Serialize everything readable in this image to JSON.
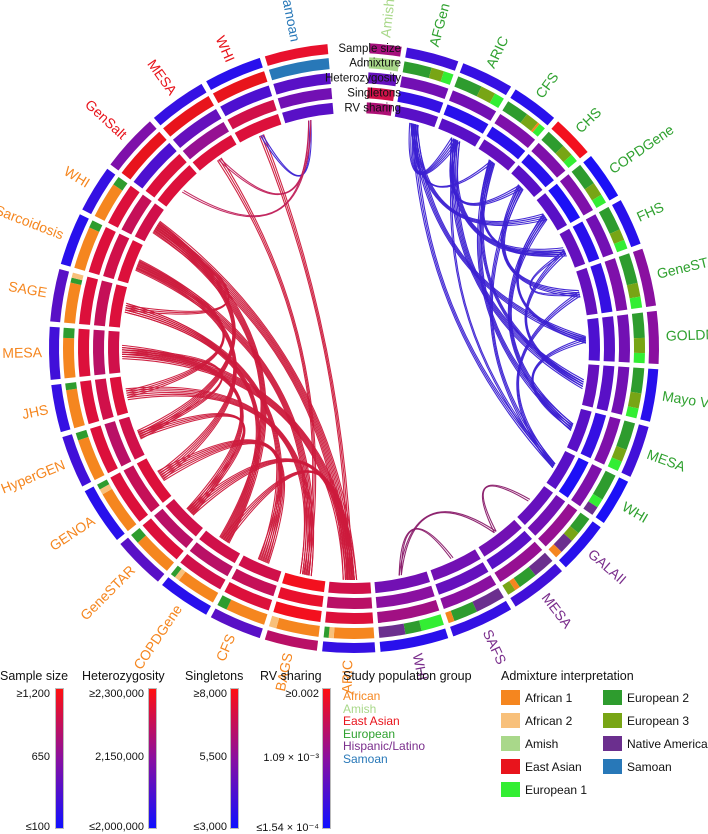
{
  "ring_labels": [
    "Sample size",
    "Admixture",
    "Heterozygosity",
    "Singletons",
    "RV sharing"
  ],
  "colors": {
    "African": "#f5861f",
    "Amish": "#a9d88a",
    "East Asian": "#e8141c",
    "European": "#2fa12f",
    "Hispanic/Latino": "#7a2e8c",
    "Samoan": "#2878b8",
    "African 1": "#f5861f",
    "African 2": "#f8c07a",
    "European 1": "#33ee33",
    "European 2": "#2e9c2e",
    "European 3": "#78a515",
    "Native American": "#6b2f8e"
  },
  "studies": [
    {
      "label": "Amish",
      "group": "Amish",
      "start": 3,
      "end": 9,
      "rings": [
        0.62,
        0.35,
        0.8,
        0.65
      ],
      "admix": [
        [
          "Amish",
          1
        ]
      ]
    },
    {
      "label": "AFGen",
      "group": "European",
      "start": 10,
      "end": 20,
      "rings": [
        0.2,
        0.4,
        0.15,
        0.3
      ],
      "admix": [
        [
          "European 2",
          0.55
        ],
        [
          "European 3",
          0.25
        ],
        [
          "European 1",
          0.2
        ]
      ]
    },
    {
      "label": "ARIC",
      "group": "European",
      "start": 21,
      "end": 31,
      "rings": [
        0.15,
        0.4,
        0.1,
        0.3
      ],
      "admix": [
        [
          "European 2",
          0.5
        ],
        [
          "European 3",
          0.3
        ],
        [
          "European 1",
          0.2
        ]
      ]
    },
    {
      "label": "CFS",
      "group": "European",
      "start": 32,
      "end": 41,
      "rings": [
        0.1,
        0.45,
        0.1,
        0.35
      ],
      "admix": [
        [
          "European 2",
          0.5
        ],
        [
          "European 3",
          0.3
        ],
        [
          "African 1",
          0.05
        ],
        [
          "European 1",
          0.15
        ]
      ]
    },
    {
      "label": "CHS",
      "group": "European",
      "start": 42,
      "end": 50,
      "rings": [
        0.95,
        0.45,
        0.1,
        0.3
      ],
      "admix": [
        [
          "European 2",
          0.5
        ],
        [
          "European 3",
          0.3
        ],
        [
          "European 1",
          0.2
        ]
      ]
    },
    {
      "label": "COPDGene",
      "group": "European",
      "start": 51,
      "end": 60,
      "rings": [
        0.05,
        0.45,
        0.05,
        0.3
      ],
      "admix": [
        [
          "European 2",
          0.5
        ],
        [
          "European 3",
          0.3
        ],
        [
          "European 1",
          0.2
        ]
      ]
    },
    {
      "label": "FHS",
      "group": "European",
      "start": 61,
      "end": 70,
      "rings": [
        0.1,
        0.4,
        0.1,
        0.35
      ],
      "admix": [
        [
          "European 2",
          0.55
        ],
        [
          "European 3",
          0.25
        ],
        [
          "European 1",
          0.2
        ]
      ]
    },
    {
      "label": "GeneSTAR",
      "group": "European",
      "start": 71,
      "end": 82,
      "rings": [
        0.5,
        0.45,
        0.15,
        0.35
      ],
      "admix": [
        [
          "European 2",
          0.55
        ],
        [
          "European 3",
          0.25
        ],
        [
          "European 1",
          0.2
        ]
      ]
    },
    {
      "label": "GOLDN",
      "group": "European",
      "start": 83,
      "end": 93,
      "rings": [
        0.5,
        0.4,
        0.3,
        0.25
      ],
      "admix": [
        [
          "European 2",
          0.5
        ],
        [
          "European 3",
          0.3
        ],
        [
          "European 1",
          0.2
        ]
      ]
    },
    {
      "label": "Mayo VTE",
      "group": "European",
      "start": 94,
      "end": 104,
      "rings": [
        0.1,
        0.4,
        0.3,
        0.35
      ],
      "admix": [
        [
          "European 2",
          0.5
        ],
        [
          "European 3",
          0.3
        ],
        [
          "European 1",
          0.2
        ]
      ]
    },
    {
      "label": "MESA",
      "group": "European",
      "start": 105,
      "end": 115,
      "rings": [
        0.2,
        0.45,
        0.15,
        0.3
      ],
      "admix": [
        [
          "European 2",
          0.55
        ],
        [
          "European 3",
          0.25
        ],
        [
          "European 1",
          0.2
        ]
      ]
    },
    {
      "label": "WHI",
      "group": "European",
      "start": 116,
      "end": 125,
      "rings": [
        0.05,
        0.45,
        0.05,
        0.3
      ],
      "admix": [
        [
          "European 2",
          0.6
        ],
        [
          "European 1",
          0.2
        ],
        [
          "Native American",
          0.2
        ]
      ]
    },
    {
      "label": "GALAII",
      "group": "Hispanic/Latino",
      "start": 126,
      "end": 136,
      "rings": [
        0.1,
        0.55,
        0.4,
        0.35
      ],
      "admix": [
        [
          "European 2",
          0.35
        ],
        [
          "European 3",
          0.2
        ],
        [
          "Native American",
          0.3
        ],
        [
          "African 1",
          0.15
        ]
      ]
    },
    {
      "label": "MESA",
      "group": "Hispanic/Latino",
      "start": 137,
      "end": 148,
      "rings": [
        0.2,
        0.55,
        0.3,
        0.4
      ],
      "admix": [
        [
          "Native American",
          0.4
        ],
        [
          "European 2",
          0.35
        ],
        [
          "African 1",
          0.1
        ],
        [
          "European 3",
          0.15
        ]
      ]
    },
    {
      "label": "SAFS",
      "group": "Hispanic/Latino",
      "start": 149,
      "end": 161,
      "rings": [
        0.15,
        0.5,
        0.35,
        0.4
      ],
      "admix": [
        [
          "Native American",
          0.5
        ],
        [
          "European 2",
          0.4
        ],
        [
          "African 1",
          0.1
        ]
      ]
    },
    {
      "label": "WHI",
      "group": "Hispanic/Latino",
      "start": 162,
      "end": 175,
      "rings": [
        0.1,
        0.6,
        0.5,
        0.4
      ],
      "admix": [
        [
          "European 1",
          0.35
        ],
        [
          "European 2",
          0.25
        ],
        [
          "Native American",
          0.4
        ]
      ]
    },
    {
      "label": "ARIC",
      "group": "African",
      "start": 176,
      "end": 186,
      "rings": [
        0.15,
        0.85,
        0.7,
        0.8
      ],
      "admix": [
        [
          "African 1",
          0.8
        ],
        [
          "African 2",
          0.1
        ],
        [
          "European 2",
          0.1
        ]
      ]
    },
    {
      "label": "BAGS",
      "group": "African",
      "start": 187,
      "end": 197,
      "rings": [
        0.7,
        0.95,
        0.9,
        0.95
      ],
      "admix": [
        [
          "African 1",
          0.85
        ],
        [
          "African 2",
          0.15
        ]
      ]
    },
    {
      "label": "CFS",
      "group": "African",
      "start": 198,
      "end": 208,
      "rings": [
        0.3,
        0.85,
        0.75,
        0.8
      ],
      "admix": [
        [
          "African 1",
          0.8
        ],
        [
          "European 2",
          0.2
        ]
      ]
    },
    {
      "label": "COPDGene",
      "group": "African",
      "start": 209,
      "end": 219,
      "rings": [
        0.1,
        0.8,
        0.7,
        0.8
      ],
      "admix": [
        [
          "African 1",
          0.8
        ],
        [
          "African 2",
          0.1
        ],
        [
          "European 2",
          0.1
        ]
      ]
    },
    {
      "label": "GeneSTAR",
      "group": "African",
      "start": 220,
      "end": 230,
      "rings": [
        0.3,
        0.85,
        0.7,
        0.8
      ],
      "admix": [
        [
          "African 1",
          0.8
        ],
        [
          "European 2",
          0.2
        ]
      ]
    },
    {
      "label": "GENOA",
      "group": "African",
      "start": 231,
      "end": 242,
      "rings": [
        0.1,
        0.85,
        0.75,
        0.85
      ],
      "admix": [
        [
          "African 1",
          0.8
        ],
        [
          "African 2",
          0.1
        ],
        [
          "European 2",
          0.1
        ]
      ]
    },
    {
      "label": "HyperGEN",
      "group": "African",
      "start": 243,
      "end": 253,
      "rings": [
        0.2,
        0.85,
        0.7,
        0.8
      ],
      "admix": [
        [
          "African 1",
          0.85
        ],
        [
          "European 2",
          0.15
        ]
      ]
    },
    {
      "label": "JHS",
      "group": "African",
      "start": 254,
      "end": 263,
      "rings": [
        0.15,
        0.85,
        0.8,
        0.85
      ],
      "admix": [
        [
          "African 1",
          0.85
        ],
        [
          "European 2",
          0.15
        ]
      ]
    },
    {
      "label": "MESA",
      "group": "African",
      "start": 264,
      "end": 274,
      "rings": [
        0.2,
        0.85,
        0.7,
        0.8
      ],
      "admix": [
        [
          "African 1",
          0.8
        ],
        [
          "European 2",
          0.2
        ]
      ]
    },
    {
      "label": "SAGE",
      "group": "African",
      "start": 275,
      "end": 285,
      "rings": [
        0.3,
        0.85,
        0.75,
        0.85
      ],
      "admix": [
        [
          "African 1",
          0.8
        ],
        [
          "European 2",
          0.1
        ],
        [
          "African 2",
          0.1
        ]
      ]
    },
    {
      "label": "Sarcoidosis",
      "group": "African",
      "start": 286,
      "end": 296,
      "rings": [
        0.1,
        0.85,
        0.8,
        0.85
      ],
      "admix": [
        [
          "African 1",
          0.85
        ],
        [
          "European 2",
          0.15
        ]
      ]
    },
    {
      "label": "WHI",
      "group": "African",
      "start": 297,
      "end": 306,
      "rings": [
        0.15,
        0.85,
        0.75,
        0.8
      ],
      "admix": [
        [
          "African 1",
          0.8
        ],
        [
          "European 2",
          0.2
        ]
      ]
    },
    {
      "label": "GenSalt",
      "group": "East Asian",
      "start": 307,
      "end": 318,
      "rings": [
        0.45,
        0.25,
        0.85,
        0.85
      ],
      "admix": [
        [
          "East Asian",
          1
        ]
      ]
    },
    {
      "label": "MESA",
      "group": "East Asian",
      "start": 319,
      "end": 330,
      "rings": [
        0.15,
        0.35,
        0.55,
        0.85
      ],
      "admix": [
        [
          "East Asian",
          1
        ]
      ]
    },
    {
      "label": "WHI",
      "group": "East Asian",
      "start": 331,
      "end": 342,
      "rings": [
        0.1,
        0.25,
        0.8,
        0.85
      ],
      "admix": [
        [
          "East Asian",
          1
        ]
      ]
    },
    {
      "label": "Samoan",
      "group": "Samoan",
      "start": 343,
      "end": 355,
      "rings": [
        0.9,
        0.3,
        0.4,
        0.3
      ],
      "admix": [
        [
          "Samoan",
          1
        ]
      ]
    }
  ],
  "links": [
    [
      1,
      2,
      14,
      0.35
    ],
    [
      1,
      5,
      12,
      0.35
    ],
    [
      1,
      8,
      11,
      0.35
    ],
    [
      2,
      6,
      14,
      0.35
    ],
    [
      2,
      9,
      15,
      0.35
    ],
    [
      3,
      6,
      10,
      0.35
    ],
    [
      3,
      10,
      12,
      0.35
    ],
    [
      4,
      7,
      11,
      0.35
    ],
    [
      4,
      11,
      10,
      0.35
    ],
    [
      5,
      10,
      12,
      0.35
    ],
    [
      6,
      9,
      10,
      0.35
    ],
    [
      7,
      11,
      10,
      0.35
    ],
    [
      2,
      4,
      8,
      0.35
    ],
    [
      1,
      11,
      8,
      0.35
    ],
    [
      5,
      8,
      8,
      0.35
    ],
    [
      3,
      9,
      8,
      0.35
    ],
    [
      1,
      3,
      6,
      0.35
    ],
    [
      8,
      10,
      8,
      0.35
    ],
    [
      2,
      11,
      6,
      0.35
    ],
    [
      6,
      7,
      6,
      0.35
    ],
    [
      13,
      15,
      4,
      0.3
    ],
    [
      14,
      15,
      3,
      0.3
    ],
    [
      12,
      13,
      2,
      0.3
    ],
    [
      16,
      24,
      22,
      0.8
    ],
    [
      16,
      27,
      20,
      0.8
    ],
    [
      17,
      26,
      18,
      0.8
    ],
    [
      17,
      23,
      18,
      0.8
    ],
    [
      18,
      21,
      18,
      0.8
    ],
    [
      19,
      27,
      18,
      0.8
    ],
    [
      19,
      25,
      16,
      0.8
    ],
    [
      20,
      24,
      16,
      0.8
    ],
    [
      21,
      26,
      16,
      0.8
    ],
    [
      22,
      27,
      16,
      0.8
    ],
    [
      16,
      20,
      14,
      0.8
    ],
    [
      18,
      25,
      14,
      0.8
    ],
    [
      20,
      22,
      12,
      0.8
    ],
    [
      23,
      26,
      12,
      0.8
    ],
    [
      16,
      19,
      12,
      0.8
    ],
    [
      17,
      29,
      10,
      0.85
    ],
    [
      16,
      30,
      8,
      0.85
    ],
    [
      22,
      24,
      10,
      0.8
    ],
    [
      25,
      27,
      10,
      0.8
    ],
    [
      28,
      31,
      3,
      0.5
    ],
    [
      30,
      31,
      3,
      0.4
    ],
    [
      29,
      31,
      2,
      0.45
    ]
  ],
  "legend": {
    "scales": [
      {
        "title": "Sample size",
        "max": "≥1,200",
        "mid": "650",
        "min": "≤100"
      },
      {
        "title": "Heterozygosity",
        "max": "≥2,300,000",
        "mid": "2,150,000",
        "min": "≤2,000,000"
      },
      {
        "title": "Singletons",
        "max": "≥8,000",
        "mid": "5,500",
        "min": "≤3,000"
      },
      {
        "title": "RV sharing",
        "max": "≥0.002",
        "mid": "1.09 × 10⁻³",
        "min": "≤1.54 × 10⁻⁴"
      }
    ],
    "groups_title": "Study population group",
    "groups": [
      "African",
      "Amish",
      "East Asian",
      "European",
      "Hispanic/Latino",
      "Samoan"
    ],
    "admix_title": "Admixture interpretation",
    "admix": [
      "African 1",
      "African 2",
      "Amish",
      "East Asian",
      "European 1",
      "European 2",
      "European 3",
      "Native American",
      "Samoan"
    ]
  }
}
